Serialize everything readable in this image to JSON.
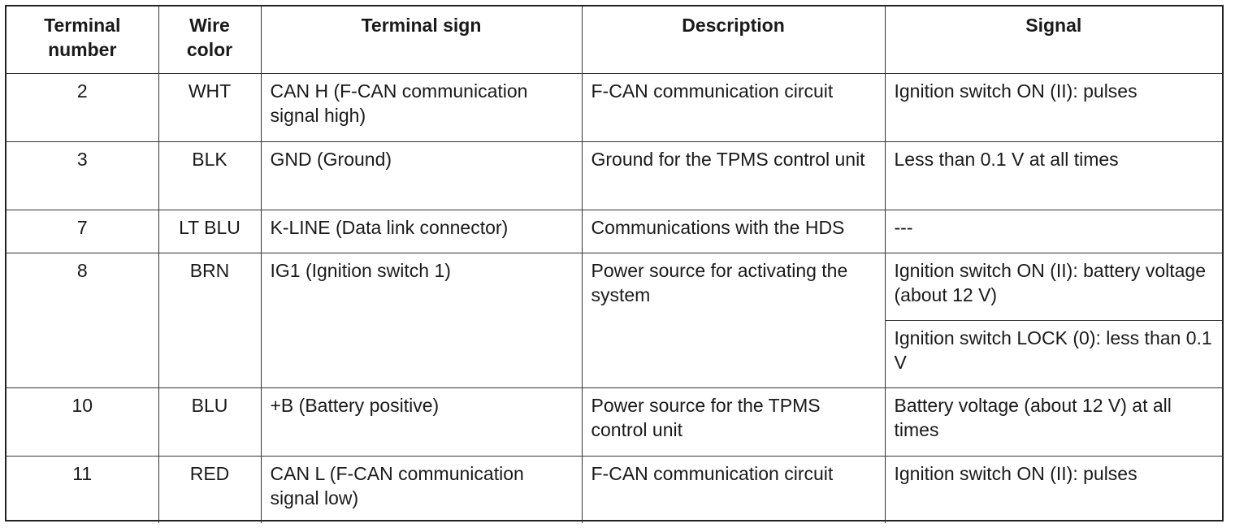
{
  "headers": {
    "terminal_number": "Terminal number",
    "wire_color": "Wire color",
    "terminal_sign": "Terminal sign",
    "description": "Description",
    "signal": "Signal"
  },
  "rows": [
    {
      "terminal_number": "2",
      "wire_color": "WHT",
      "terminal_sign": "CAN H (F-CAN communication signal high)",
      "description": "F-CAN communication circuit",
      "signal": "Ignition switch ON (II): pulses"
    },
    {
      "terminal_number": "3",
      "wire_color": "BLK",
      "terminal_sign": "GND (Ground)",
      "description": "Ground for the TPMS control unit",
      "signal": "Less than 0.1 V at all times"
    },
    {
      "terminal_number": "7",
      "wire_color": "LT BLU",
      "terminal_sign": "K-LINE (Data link connector)",
      "description": "Communications with the HDS",
      "signal": "---"
    },
    {
      "terminal_number": "8",
      "wire_color": "BRN",
      "terminal_sign": "IG1 (Ignition switch 1)",
      "description": "Power source for activating the system",
      "signal": "Ignition switch ON (II): battery voltage (about 12 V)",
      "signal_2": "Ignition switch LOCK (0): less than 0.1 V"
    },
    {
      "terminal_number": "10",
      "wire_color": "BLU",
      "terminal_sign": "+B (Battery positive)",
      "description": "Power source for the TPMS control unit",
      "signal": "Battery voltage (about 12 V) at all times"
    },
    {
      "terminal_number": "11",
      "wire_color": "RED",
      "terminal_sign": "CAN L (F-CAN communication signal low)",
      "description": "F-CAN communication circuit",
      "signal": "Ignition switch ON (II): pulses"
    }
  ]
}
